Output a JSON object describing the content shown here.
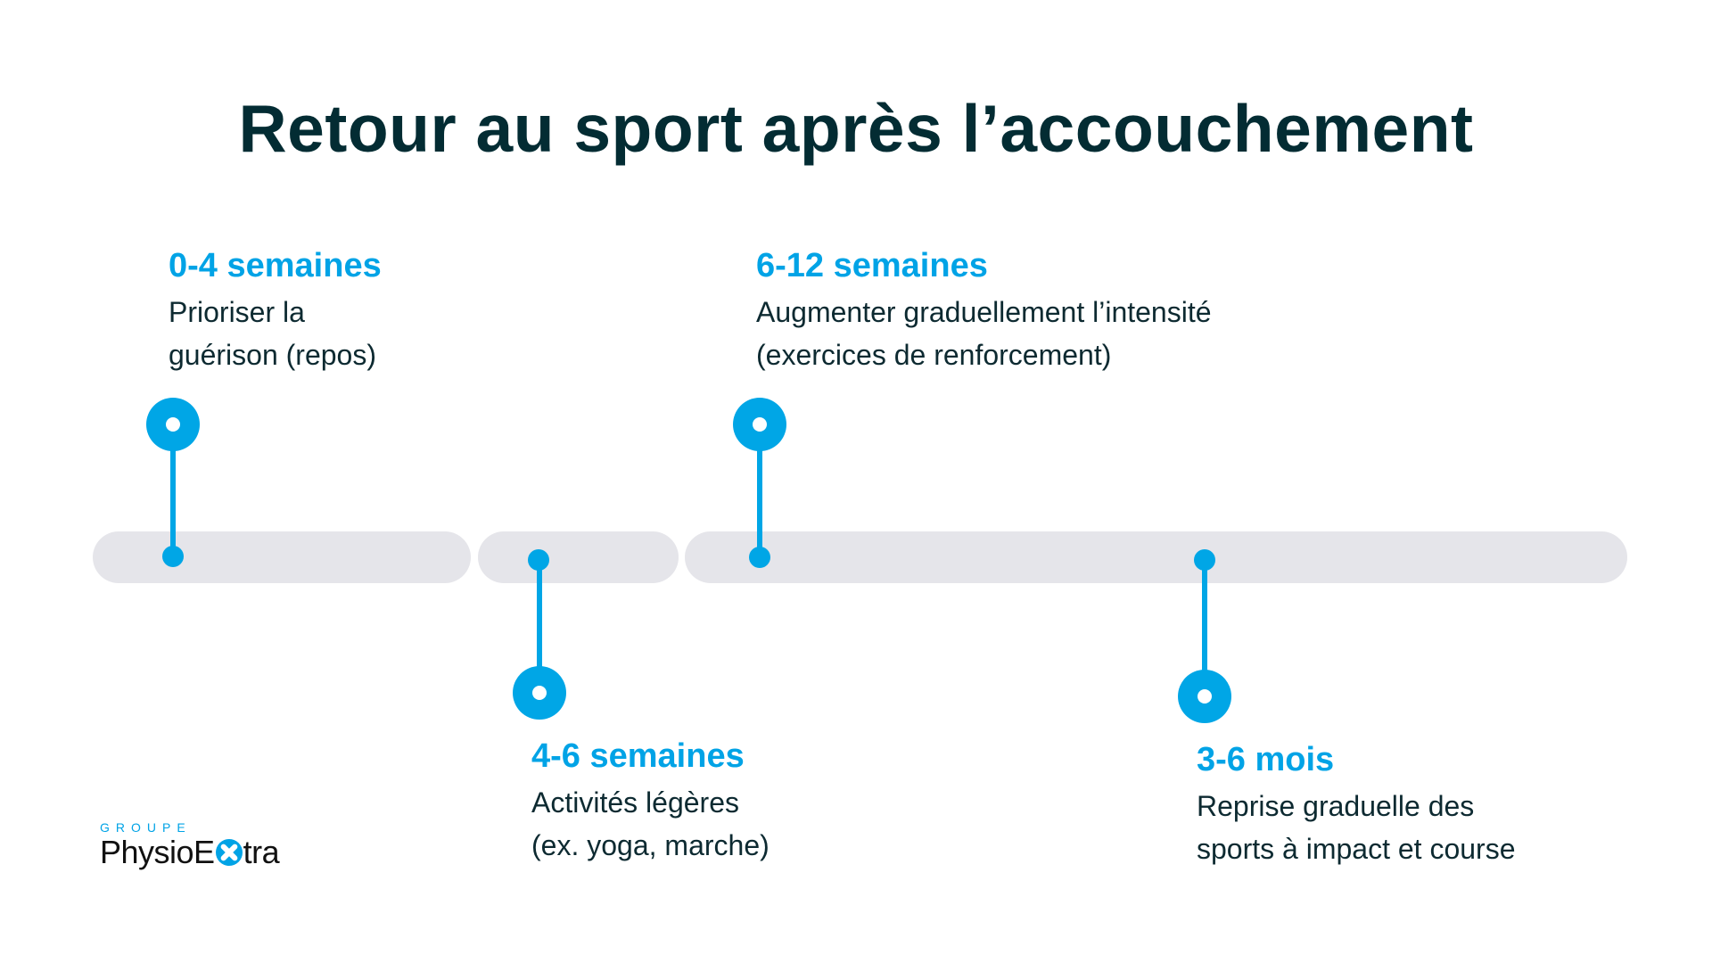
{
  "title": "Retour au sport après l’accouchement",
  "timeline": {
    "milestones": [
      {
        "period": "0-4 semaines",
        "lines": [
          "Prioriser la",
          "guérison (repos)"
        ],
        "position": "above"
      },
      {
        "period": "4-6 semaines",
        "lines": [
          "Activités légères",
          "(ex. yoga, marche)"
        ],
        "position": "below"
      },
      {
        "period": "6-12 semaines",
        "lines": [
          "Augmenter graduellement l’intensité",
          "(exercices de renforcement)"
        ],
        "position": "above"
      },
      {
        "period": "3-6 mois",
        "lines": [
          "Reprise graduelle des",
          "sports à impact et course"
        ],
        "position": "below"
      }
    ],
    "colors": {
      "accent": "#00a6e6",
      "bar": "#e5e5ea",
      "text": "#0d2a31",
      "title": "#032c33"
    }
  },
  "logo": {
    "groupe": "GROUPE",
    "brand_left": "PhysioE",
    "brand_right": "tra"
  }
}
